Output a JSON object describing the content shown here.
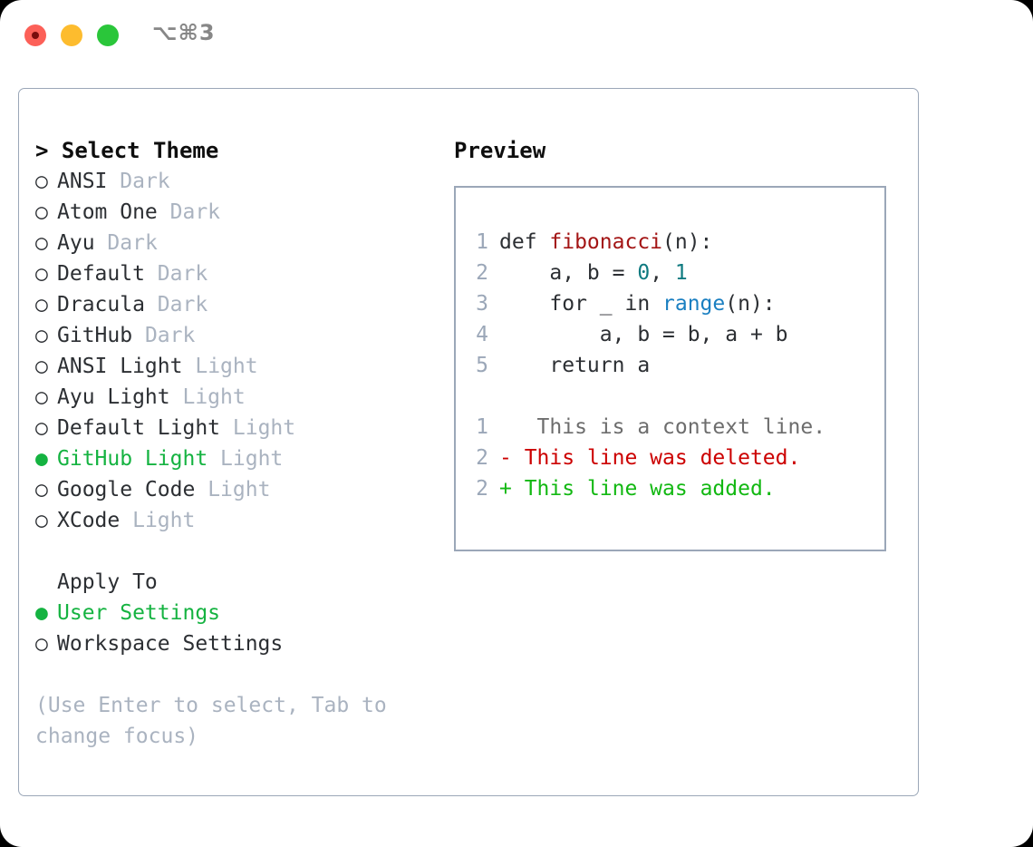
{
  "window": {
    "title": "⌥⌘3",
    "controls": [
      {
        "name": "close",
        "color": "#fc6058"
      },
      {
        "name": "minimize",
        "color": "#fdbc2e"
      },
      {
        "name": "maximize",
        "color": "#2ac63a"
      }
    ]
  },
  "theme_panel": {
    "header": "> Select Theme",
    "items": [
      {
        "bullet": "○",
        "label": "ANSI",
        "tag": "Dark",
        "selected": false
      },
      {
        "bullet": "○",
        "label": "Atom One",
        "tag": "Dark",
        "selected": false
      },
      {
        "bullet": "○",
        "label": "Ayu",
        "tag": "Dark",
        "selected": false
      },
      {
        "bullet": "○",
        "label": "Default",
        "tag": "Dark",
        "selected": false
      },
      {
        "bullet": "○",
        "label": "Dracula",
        "tag": "Dark",
        "selected": false
      },
      {
        "bullet": "○",
        "label": "GitHub",
        "tag": "Dark",
        "selected": false
      },
      {
        "bullet": "○",
        "label": "ANSI Light",
        "tag": "Light",
        "selected": false
      },
      {
        "bullet": "○",
        "label": "Ayu Light",
        "tag": "Light",
        "selected": false
      },
      {
        "bullet": "○",
        "label": "Default Light",
        "tag": "Light",
        "selected": false
      },
      {
        "bullet": "●",
        "label": "GitHub Light",
        "tag": "Light",
        "selected": true
      },
      {
        "bullet": "○",
        "label": "Google Code",
        "tag": "Light",
        "selected": false
      },
      {
        "bullet": "○",
        "label": "XCode",
        "tag": "Light",
        "selected": false
      }
    ]
  },
  "apply_to": {
    "header": "Apply To",
    "items": [
      {
        "bullet": "●",
        "label": "User Settings",
        "selected": true
      },
      {
        "bullet": "○",
        "label": "Workspace Settings",
        "selected": false
      }
    ]
  },
  "hint": "(Use Enter to select, Tab to change focus)",
  "preview": {
    "title": "Preview",
    "code_lines": [
      {
        "no": "1",
        "segments": [
          {
            "text": "def ",
            "style": "plain"
          },
          {
            "text": "fibonacci",
            "style": "fn"
          },
          {
            "text": "(n):",
            "style": "plain"
          }
        ]
      },
      {
        "no": "2",
        "segments": [
          {
            "text": "    a, b = ",
            "style": "plain"
          },
          {
            "text": "0",
            "style": "num"
          },
          {
            "text": ", ",
            "style": "plain"
          },
          {
            "text": "1",
            "style": "num"
          }
        ]
      },
      {
        "no": "3",
        "segments": [
          {
            "text": "    for _ in ",
            "style": "plain"
          },
          {
            "text": "range",
            "style": "call"
          },
          {
            "text": "(n):",
            "style": "plain"
          }
        ]
      },
      {
        "no": "4",
        "segments": [
          {
            "text": "        a, b = b, a + b",
            "style": "plain"
          }
        ]
      },
      {
        "no": "5",
        "segments": [
          {
            "text": "    return a",
            "style": "plain"
          }
        ]
      }
    ],
    "diff_lines": [
      {
        "no": "1",
        "marker": " ",
        "text": "  This is a context line.",
        "kind": "context"
      },
      {
        "no": "2",
        "marker": "-",
        "text": " This line was deleted.",
        "kind": "deleted"
      },
      {
        "no": "2",
        "marker": "+",
        "text": " This line was added.",
        "kind": "added"
      }
    ]
  },
  "colors": {
    "accent_green": "#15b341",
    "muted": "#aab3c0",
    "border": "#9ba7b8",
    "fn_red": "#a31515",
    "num_teal": "#0f7a80",
    "call_blue": "#1a7fc1",
    "diff_del": "#cc0000",
    "diff_add": "#12b812",
    "diff_ctx": "#6d6d6d"
  }
}
